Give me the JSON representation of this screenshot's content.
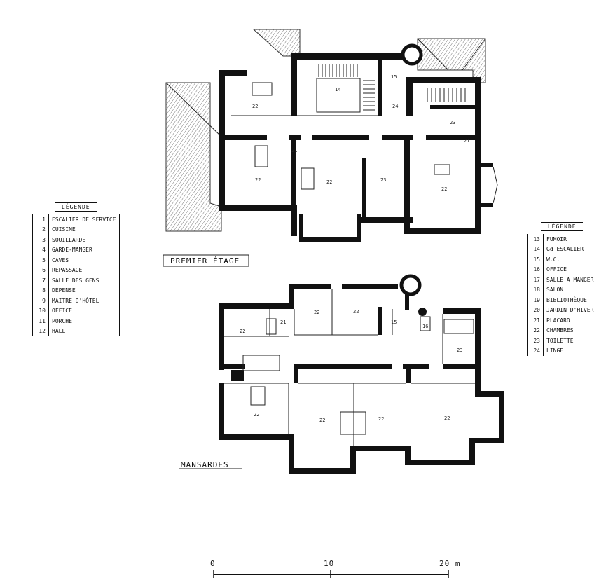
{
  "floor_titles": {
    "first_floor": "PREMIER ÉTAGE",
    "attic": "MANSARDES"
  },
  "legend_left": {
    "title": "LÉGENDE",
    "items": [
      {
        "num": "1",
        "label": "ESCALIER DE SERVICE"
      },
      {
        "num": "2",
        "label": "CUISINE"
      },
      {
        "num": "3",
        "label": "SOUILLARDE"
      },
      {
        "num": "4",
        "label": "GARDE-MANGER"
      },
      {
        "num": "5",
        "label": "CAVES"
      },
      {
        "num": "6",
        "label": "REPASSAGE"
      },
      {
        "num": "7",
        "label": "SALLE DES GENS"
      },
      {
        "num": "8",
        "label": "DÉPENSE"
      },
      {
        "num": "9",
        "label": "MAITRE D'HÔTEL"
      },
      {
        "num": "10",
        "label": "OFFICE"
      },
      {
        "num": "11",
        "label": "PORCHE"
      },
      {
        "num": "12",
        "label": "HALL"
      }
    ]
  },
  "legend_right": {
    "title": "LÉGENDE",
    "items": [
      {
        "num": "13",
        "label": "FUMOIR"
      },
      {
        "num": "14",
        "label": "Gd ESCALIER"
      },
      {
        "num": "15",
        "label": "W.C."
      },
      {
        "num": "16",
        "label": "OFFICE"
      },
      {
        "num": "17",
        "label": "SALLE A MANGER"
      },
      {
        "num": "18",
        "label": "SALON"
      },
      {
        "num": "19",
        "label": "BIBLIOTHÈQUE"
      },
      {
        "num": "20",
        "label": "JARDIN D'HIVER"
      },
      {
        "num": "21",
        "label": "PLACARD"
      },
      {
        "num": "22",
        "label": "CHAMBRES"
      },
      {
        "num": "23",
        "label": "TOILETTE"
      },
      {
        "num": "24",
        "label": "LINGE"
      }
    ]
  },
  "room_labels_first_floor": {
    "r14": "14",
    "r15": "15",
    "r24": "24",
    "r23a": "23",
    "r22a": "22",
    "r21a": "21",
    "r22b": "22",
    "r22c": "22",
    "r23b": "23",
    "r22d": "22",
    "r21b": "21"
  },
  "room_labels_attic": {
    "r22a": "22",
    "r21": "21",
    "r22b": "22",
    "r22c": "22",
    "r15": "15",
    "r16": "16",
    "r23": "23",
    "r22d": "22",
    "r22e": "22",
    "r22f": "22",
    "r22g": "22"
  },
  "scale_bar": {
    "label_0": "0",
    "label_10": "10",
    "label_20": "20 m"
  }
}
